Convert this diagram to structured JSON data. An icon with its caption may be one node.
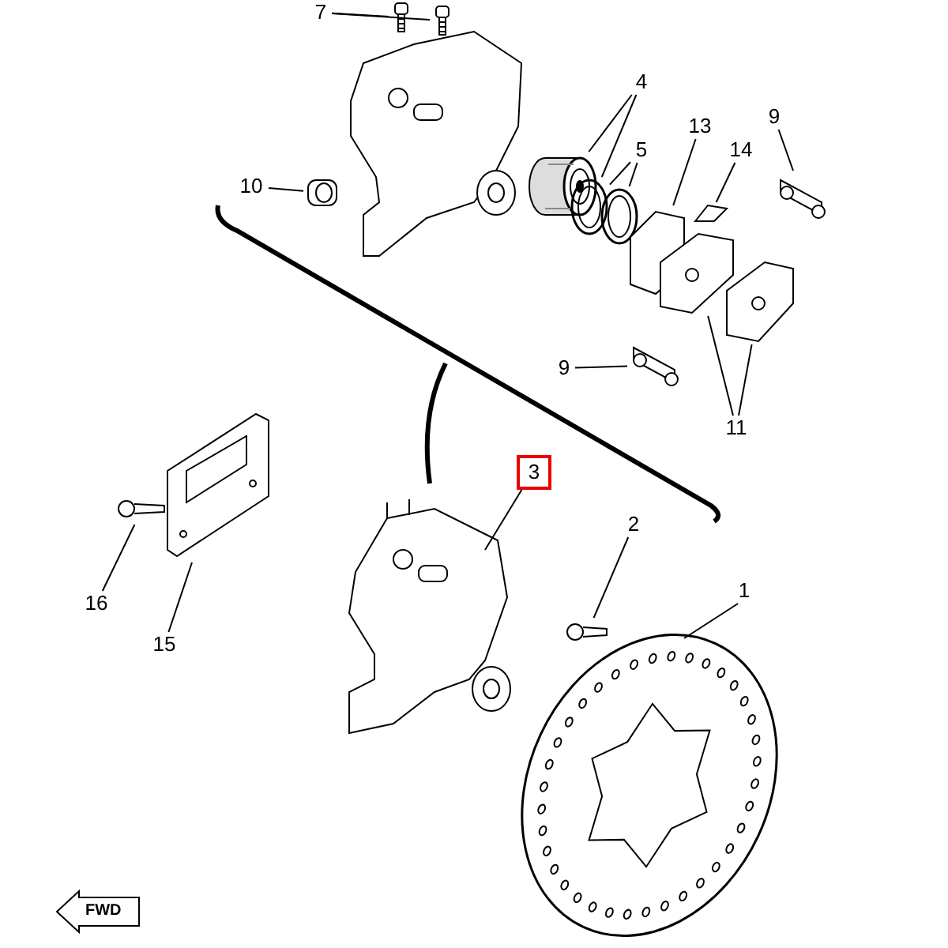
{
  "diagram": {
    "nodes": [
      {
        "text": [
          "7"
        ]
      },
      {
        "text": [],
        "shape": "picture"
      },
      {
        "text": [],
        "shape": "picture"
      },
      {
        "text": [
          "4"
        ]
      },
      {
        "text": [],
        "shape": "cylinder"
      },
      {
        "text": [
          "5"
        ]
      },
      {
        "text": [],
        "shape": "picture"
      },
      {
        "text": [],
        "shape": "picture"
      },
      {
        "text": [
          "13"
        ]
      },
      {
        "text": [],
        "shape": "picture"
      },
      {
        "text": [
          "14"
        ]
      },
      {
        "text": [],
        "shape": "picture"
      },
      {
        "text": [
          "9"
        ]
      },
      {
        "text": [],
        "shape": "picture"
      },
      {
        "text": [
          "10"
        ]
      },
      {
        "text": [],
        "shape": "picture"
      },
      {
        "text": [
          "9"
        ]
      },
      {
        "text": [],
        "shape": "picture"
      },
      {
        "text": [
          "11"
        ]
      },
      {
        "text": [],
        "shape": "picture"
      },
      {
        "text": [],
        "shape": "picture"
      },
      {
        "text": [
          "3"
        ]
      },
      {
        "text": [],
        "shape": "picture"
      },
      {
        "text": [
          "2"
        ]
      },
      {
        "text": [],
        "shape": "picture"
      },
      {
        "text": [
          "1"
        ]
      },
      {
        "text": [],
        "shape": "picture"
      },
      {
        "text": [
          "16"
        ]
      },
      {
        "text": [],
        "shape": "picture"
      },
      {
        "text": [
          "15"
        ]
      },
      {
        "text": [],
        "shape": "picture"
      }
    ],
    "edges": [
      {
        "from": 0,
        "to": 1,
        "arrow": "none"
      },
      {
        "from": 0,
        "to": 2,
        "arrow": "none"
      },
      {
        "from": 3,
        "to": 4,
        "arrow": "none"
      },
      {
        "from": 3,
        "to": 6,
        "arrow": "none"
      },
      {
        "from": 5,
        "to": 6,
        "arrow": "none"
      },
      {
        "from": 5,
        "to": 7,
        "arrow": "none"
      },
      {
        "from": 8,
        "to": 9,
        "arrow": "none"
      },
      {
        "from": 10,
        "to": 11,
        "arrow": "none"
      },
      {
        "from": 12,
        "to": 13,
        "arrow": "none"
      },
      {
        "from": 14,
        "to": 15,
        "arrow": "none"
      },
      {
        "from": 16,
        "to": 17,
        "arrow": "none"
      },
      {
        "from": 18,
        "to": 19,
        "arrow": "none"
      },
      {
        "from": 18,
        "to": 20,
        "arrow": "none"
      },
      {
        "from": 21,
        "to": 22,
        "arrow": "none"
      },
      {
        "from": 23,
        "to": 24,
        "arrow": "none"
      },
      {
        "from": 25,
        "to": 26,
        "arrow": "none"
      },
      {
        "from": 27,
        "to": 28,
        "arrow": "none"
      },
      {
        "from": 29,
        "to": 30,
        "arrow": "none"
      }
    ],
    "labels": [
      "FWD"
    ]
  }
}
